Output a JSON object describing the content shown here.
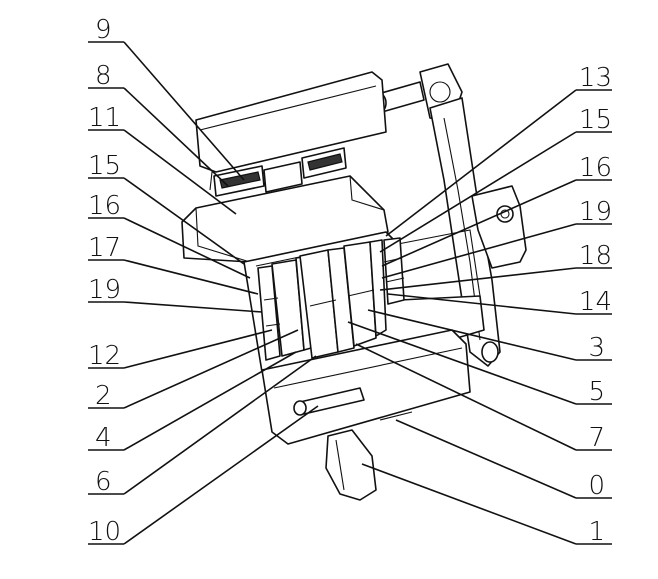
{
  "diagram": {
    "labels": [
      "9",
      "8",
      "11",
      "15",
      "16",
      "17",
      "19",
      "12",
      "2",
      "4",
      "6",
      "10",
      "13",
      "15",
      "16",
      "19",
      "18",
      "14",
      "3",
      "5",
      "7",
      "0",
      "1"
    ]
  }
}
